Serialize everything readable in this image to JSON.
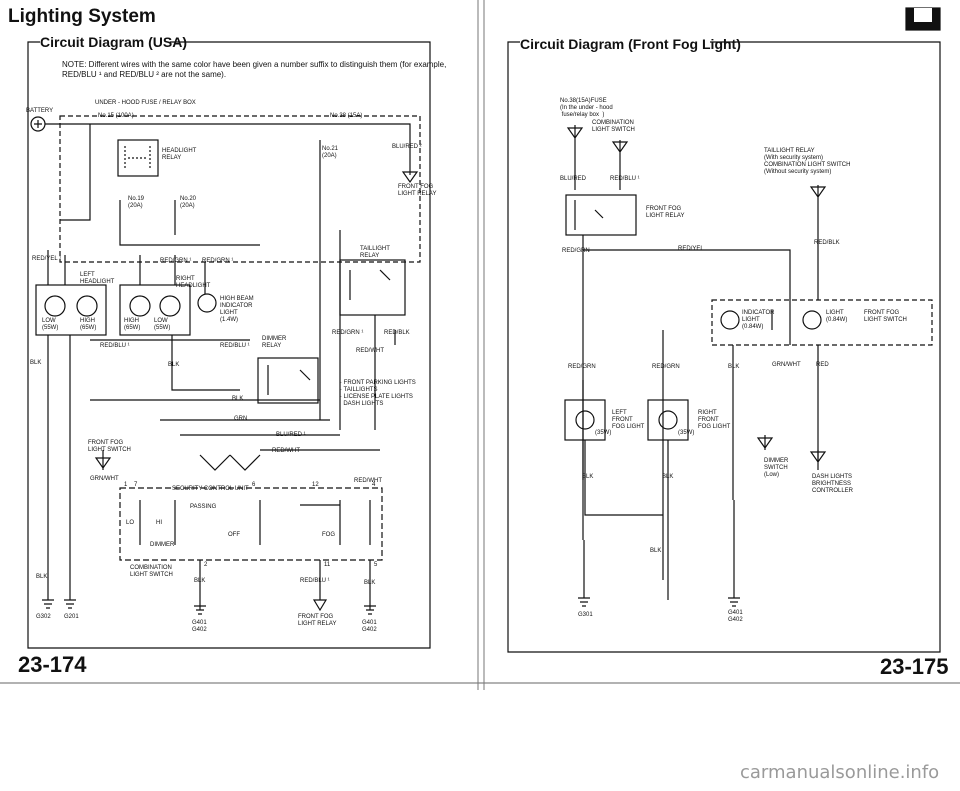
{
  "left_page": {
    "title": "Lighting System",
    "subtitle": "Circuit Diagram (USA)",
    "note_line1": "NOTE: Different wires with the same color have been given a number suffix to distinguish them (for example,",
    "note_line2": "RED/BLU ¹ and RED/BLU ² are not the same).",
    "page_number": "23-174",
    "labels": {
      "battery": "BATTERY",
      "fuse_box": "UNDER - HOOD FUSE / RELAY BOX",
      "fuse15": "No.15 (100A)",
      "fuse38": "No.38 (15A)",
      "fuse21": "No.21\n(20A)",
      "fuse19": "No.19\n(20A)",
      "fuse20": "No.20\n(20A)",
      "headlight_relay": "HEADLIGHT\nRELAY",
      "blu_red2": "BLU/RED ²",
      "front_fog_relay_top": "FRONT FOG\nLIGHT RELAY",
      "red_yel1": "RED/YEL ¹",
      "red_grn1": "RED/GRN ¹",
      "red_grn1b": "RED/GRN ¹",
      "left_headlight": "LEFT\nHEADLIGHT",
      "right_headlight": "RIGHT\nHEADLIGHT",
      "low55": "LOW\n(55W)",
      "high65": "HIGH\n(65W)",
      "high65b": "HIGH\n(65W)",
      "low55b": "LOW\n(55W)",
      "high_beam": "HIGH BEAM\nINDICATOR\nLIGHT\n(1.4W)",
      "taillight_relay": "TAILLIGHT\nRELAY",
      "red_blu1": "RED/BLU ¹",
      "red_blu1b": "RED/BLU ¹",
      "dimmer_relay": "DIMMER\nRELAY",
      "red_grn1c": "RED/GRN ¹",
      "red_blk": "RED/BLK",
      "red_wht": "RED/WHT",
      "blk1": "BLK",
      "blk2": "BLK",
      "blk3": "BLK",
      "grn": "GRN",
      "parking": "· FRONT PARKING LIGHTS\n· TAILLIGHTS\n· LICENSE PLATE LIGHTS\n  DASH LIGHTS",
      "fog_switch": "FRONT FOG\nLIGHT SWITCH",
      "grn_wht": "GRN/WHT",
      "blu_red1": "BLU/RED ¹",
      "red_wht2": "RED/WHT",
      "security": "SECURITY CONTROL UNIT",
      "red_wht3": "RED/WHT",
      "passing": "PASSING",
      "lo": "LO",
      "hi": "HI",
      "off": "OFF",
      "fog": "FOG",
      "dimmer": "DIMMER",
      "combo_switch": "COMBINATION\nLIGHT SWITCH",
      "blk4": "BLK",
      "blk5": "BLK",
      "blk6": "BLK",
      "red_blu1c": "RED/BLU ¹",
      "front_fog_relay_bottom": "FRONT FOG\nLIGHT RELAY",
      "g302": "G302",
      "g201": "G201",
      "g401": "G401\nG402",
      "g401b": "G401\nG402",
      "n1": "1",
      "n7": "7",
      "n6": "6",
      "n12": "12",
      "n4": "4",
      "n2": "2",
      "n11": "11",
      "n5": "5"
    }
  },
  "right_page": {
    "subtitle": "Circuit Diagram (Front Fog Light)",
    "page_number": "23-175",
    "labels": {
      "fuse38": "No.38(15A)FUSE\n(In the under - hood\n fuse/relay box  )",
      "combo_switch": "COMBINATION\nLIGHT SWITCH",
      "taillight_relay": "TAILLIGHT RELAY\n(With security system)\nCOMBINATION LIGHT SWITCH\n(Without security system)",
      "blu_red": "BLU/RED",
      "red_blu1": "RED/BLU ¹",
      "fog_relay": "FRONT FOG\nLIGHT RELAY",
      "red_grn": "RED/GRN",
      "red_yel": "RED/YEL",
      "red_blk": "RED/BLK",
      "indicator": "INDICATOR\nLIGHT\n(0.84W)",
      "light": "LIGHT\n(0.84W)",
      "fog_switch": "FRONT FOG\nLIGHT SWITCH",
      "red_grn2": "RED/GRN",
      "red_grn3": "RED/GRN",
      "blk": "BLK",
      "grn_wht": "GRN/WHT",
      "red": "RED",
      "left_fog": "LEFT\nFRONT\nFOG LIGHT",
      "right_fog": "RIGHT\nFRONT\nFOG LIGHT",
      "w35": "(35W)",
      "w35b": "(35W)",
      "blk2": "BLK",
      "blk3": "BLK",
      "blk4": "BLK",
      "dimmer_switch": "DIMMER\nSWITCH\n(Low)",
      "dash_controller": "DASH LIGHTS\nBRIGHTNESS\nCONTROLLER",
      "g301": "G301",
      "g401": "G401\nG402"
    }
  },
  "watermark": "carmanualsonline.info"
}
